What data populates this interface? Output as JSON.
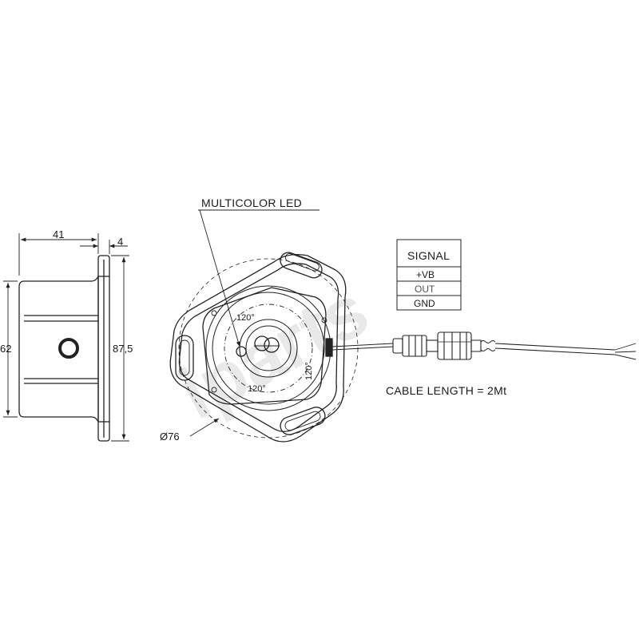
{
  "watermark": "iparts",
  "side_view": {
    "dim_depth": "41",
    "dim_flange": "4",
    "dim_body_height": "62",
    "dim_flange_height": "87,5"
  },
  "front_view": {
    "led_label": "MULTICOLOR LED",
    "angle_top": "120°",
    "angle_right": "120°",
    "angle_bottom": "120°",
    "diameter": "Ø76"
  },
  "signal_table": {
    "header": "SIGNAL",
    "rows": [
      "+VB",
      "OUT",
      "GND"
    ]
  },
  "cable": {
    "label": "CABLE LENGTH = 2Mt"
  },
  "colors": {
    "line": "#222222",
    "watermark": "#e9e9e9"
  }
}
